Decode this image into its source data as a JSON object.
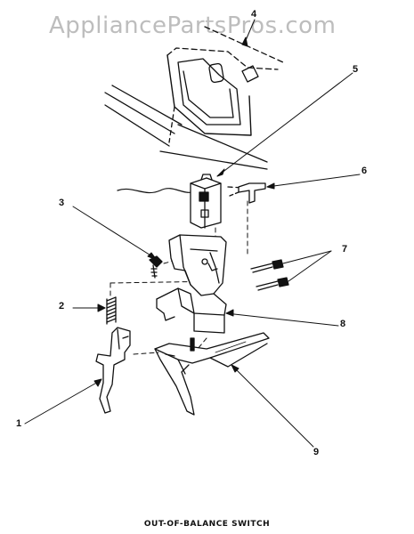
{
  "watermark": "AppliancePartsPros.com",
  "caption": "OUT-OF-BALANCE SWITCH",
  "callouts": {
    "c1": "1",
    "c2": "2",
    "c3": "3",
    "c4": "4",
    "c5": "5",
    "c6": "6",
    "c7": "7",
    "c8": "8",
    "c9": "9"
  }
}
